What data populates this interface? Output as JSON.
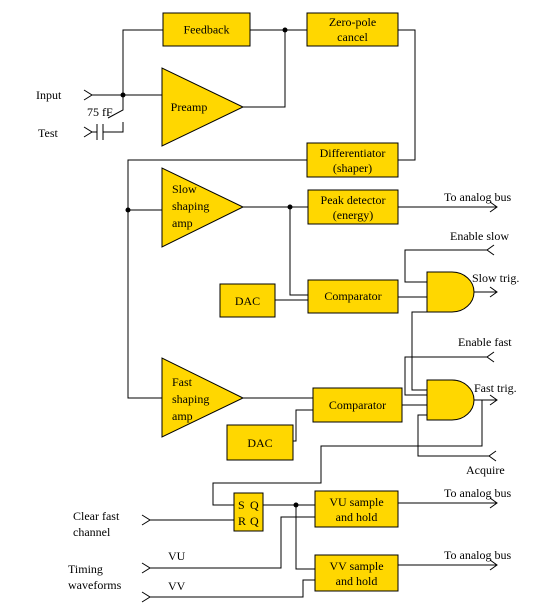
{
  "colors": {
    "block_fill": "#FFD700",
    "wire": "#000000",
    "background": "#FFFFFF"
  },
  "blocks": {
    "feedback": "Feedback",
    "zero_pole_1": "Zero-pole",
    "zero_pole_2": "cancel",
    "preamp": "Preamp",
    "differentiator_1": "Differentiator",
    "differentiator_2": "(shaper)",
    "slow_amp_1": "Slow",
    "slow_amp_2": "shaping",
    "slow_amp_3": "amp",
    "peak_1": "Peak detector",
    "peak_2": "(energy)",
    "dac_slow": "DAC",
    "comparator_slow": "Comparator",
    "fast_amp_1": "Fast",
    "fast_amp_2": "shaping",
    "fast_amp_3": "amp",
    "comparator_fast": "Comparator",
    "dac_fast": "DAC",
    "sr_s": "S",
    "sr_q1": "Q",
    "sr_r": "R",
    "sr_q2": "Q",
    "vu_sh_1": "VU sample",
    "vu_sh_2": "and hold",
    "vv_sh_1": "VV sample",
    "vv_sh_2": "and hold"
  },
  "labels": {
    "input": "Input",
    "test": "Test",
    "capacitor": "75 fF",
    "to_bus_peak": "To analog bus",
    "enable_slow": "Enable slow",
    "slow_trig": "Slow trig.",
    "enable_fast": "Enable fast",
    "fast_trig": "Fast trig.",
    "acquire": "Acquire",
    "clear_fast_1": "Clear fast",
    "clear_fast_2": "channel",
    "to_bus_vu": "To analog bus",
    "vu": "VU",
    "timing_1": "Timing",
    "timing_2": "waveforms",
    "vv": "VV",
    "to_bus_vv": "To analog bus"
  }
}
